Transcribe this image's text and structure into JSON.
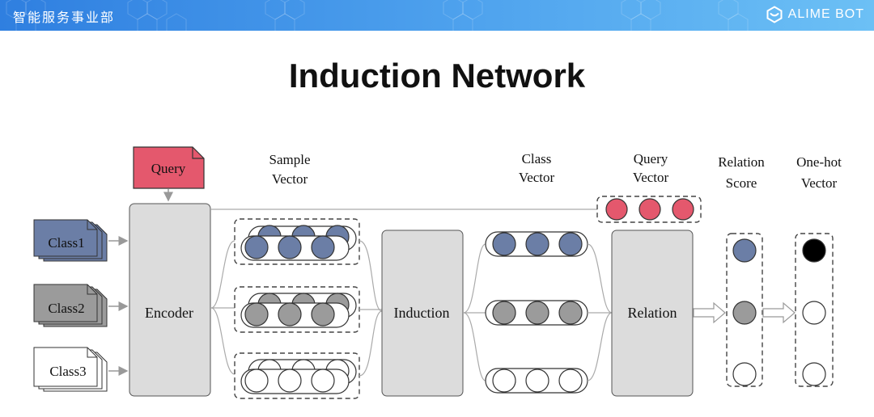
{
  "header": {
    "department": "智能服务事业部",
    "brand": "ALIME BOT",
    "brand_icon": "alime-logo-icon",
    "colors": {
      "bar_start": "#2f7fe0",
      "bar_end": "#6cc0f5"
    }
  },
  "slide": {
    "title": "Induction Network"
  },
  "diagram": {
    "query_doc": "Query",
    "classes": [
      "Class1",
      "Class2",
      "Class3"
    ],
    "encoder": "Encoder",
    "induction": "Induction",
    "relation": "Relation",
    "headers": {
      "sample_vector": [
        "Sample",
        "Vector"
      ],
      "class_vector": [
        "Class",
        "Vector"
      ],
      "query_vector": [
        "Query",
        "Vector"
      ],
      "relation_score": [
        "Relation",
        "Score"
      ],
      "onehot_vector": [
        "One-hot",
        "Vector"
      ]
    },
    "colors": {
      "query": "#e4586d",
      "class1": "#6b7ea6",
      "class2": "#9b9b9b",
      "class3": "#ffffff",
      "block": "#dcdcdc",
      "onehot_active": "#000000"
    }
  }
}
